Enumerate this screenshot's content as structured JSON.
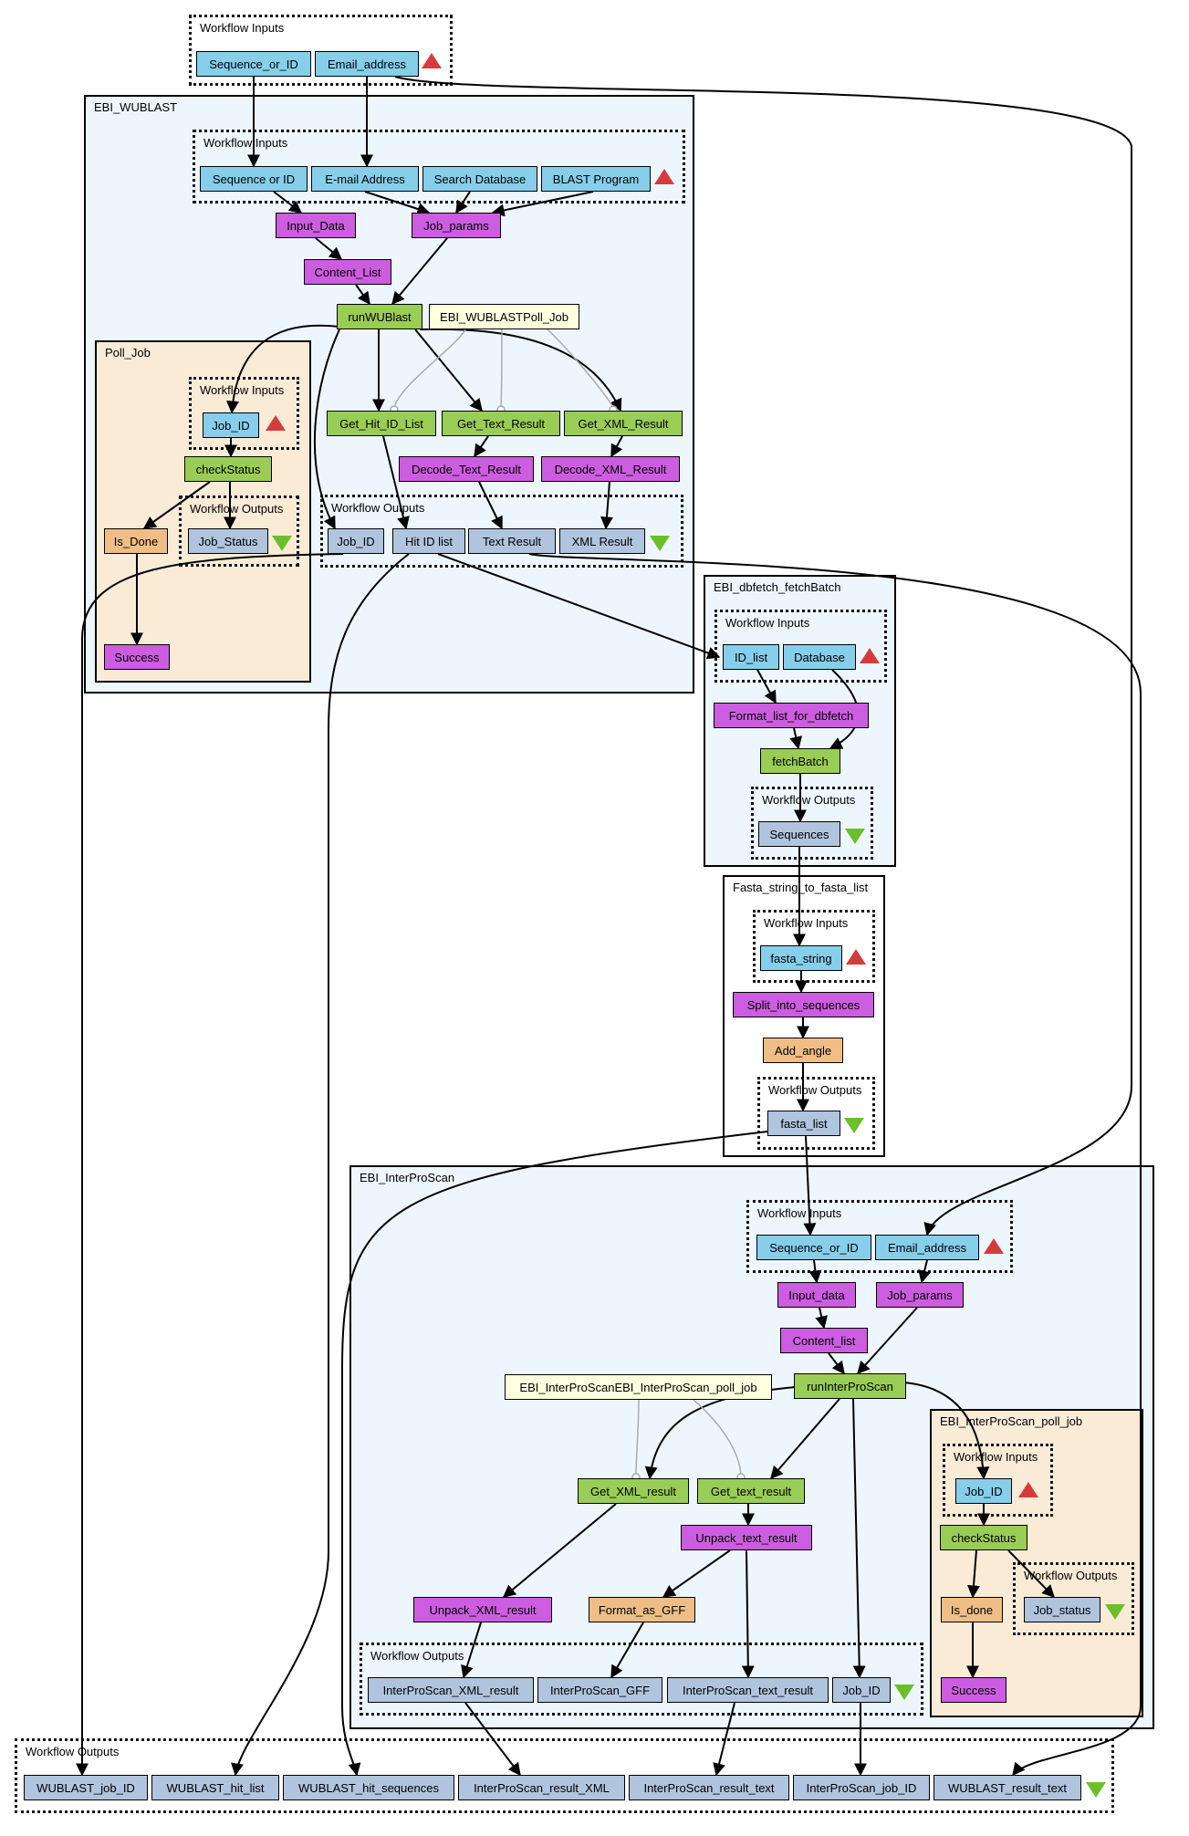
{
  "diagram": {
    "top_inputs": {
      "title": "Workflow Inputs",
      "sequence_or_id": "Sequence_or_ID",
      "email_address": "Email_address"
    },
    "ebi_wublast": {
      "title": "EBI_WUBLAST",
      "inputs": {
        "title": "Workflow Inputs",
        "sequence_or_id": "Sequence or ID",
        "email_address": "E-mail Address",
        "search_database": "Search Database",
        "blast_program": "BLAST Program"
      },
      "input_data": "Input_Data",
      "job_params": "Job_params",
      "content_list": "Content_List",
      "run_wublast": "runWUBlast",
      "poll_job_nested": "EBI_WUBLASTPoll_Job",
      "get_hit_id_list": "Get_Hit_ID_List",
      "get_text_result": "Get_Text_Result",
      "get_xml_result": "Get_XML_Result",
      "decode_text_result": "Decode_Text_Result",
      "decode_xml_result": "Decode_XML_Result",
      "outputs": {
        "title": "Workflow Outputs",
        "job_id": "Job_ID",
        "hit_id_list": "Hit ID list",
        "text_result": "Text Result",
        "xml_result": "XML Result"
      },
      "poll_job": {
        "title": "Poll_Job",
        "inputs": {
          "title": "Workflow Inputs",
          "job_id": "Job_ID"
        },
        "check_status": "checkStatus",
        "is_done": "Is_Done",
        "success": "Success",
        "outputs": {
          "title": "Workflow Outputs",
          "job_status": "Job_Status"
        }
      }
    },
    "ebi_dbfetch": {
      "title": "EBI_dbfetch_fetchBatch",
      "inputs": {
        "title": "Workflow Inputs",
        "id_list": "ID_list",
        "database": "Database"
      },
      "format_list": "Format_list_for_dbfetch",
      "fetch_batch": "fetchBatch",
      "outputs": {
        "title": "Workflow Outputs",
        "sequences": "Sequences"
      }
    },
    "fasta": {
      "title": "Fasta_string_to_fasta_list",
      "inputs": {
        "title": "Workflow Inputs",
        "fasta_string": "fasta_string"
      },
      "split": "Split_into_sequences",
      "add_angle": "Add_angle",
      "outputs": {
        "title": "Workflow Outputs",
        "fasta_list": "fasta_list"
      }
    },
    "ebi_interproscan": {
      "title": "EBI_InterProScan",
      "inputs": {
        "title": "Workflow Inputs",
        "sequence_or_id": "Sequence_or_ID",
        "email_address": "Email_address"
      },
      "input_data": "Input_data",
      "job_params": "Job_params",
      "content_list": "Content_list",
      "run": "runInterProScan",
      "nested": "EBI_InterProScanEBI_InterProScan_poll_job",
      "get_xml_result": "Get_XML_result",
      "get_text_result": "Get_text_result",
      "unpack_text_result": "Unpack_text_result",
      "unpack_xml_result": "Unpack_XML_result",
      "format_as_gff": "Format_as_GFF",
      "outputs": {
        "title": "Workflow Outputs",
        "xml_result": "InterProScan_XML_result",
        "gff": "InterProScan_GFF",
        "text_result": "InterProScan_text_result",
        "job_id": "Job_ID"
      },
      "poll_job": {
        "title": "EBI_InterProScan_poll_job",
        "inputs": {
          "title": "Workflow Inputs",
          "job_id": "Job_ID"
        },
        "check_status": "checkStatus",
        "is_done": "Is_done",
        "success": "Success",
        "outputs": {
          "title": "Workflow Outputs",
          "job_status": "Job_status"
        }
      }
    },
    "bottom_outputs": {
      "title": "Workflow Outputs",
      "wublast_job_id": "WUBLAST_job_ID",
      "wublast_hit_list": "WUBLAST_hit_list",
      "wublast_hit_sequences": "WUBLAST_hit_sequences",
      "interproscan_result_xml": "InterProScan_result_XML",
      "interproscan_result_text": "InterProScan_result_text",
      "interproscan_job_id": "InterProScan_job_ID",
      "wublast_result_text": "WUBLAST_result_text"
    },
    "colors": {
      "workflow_input": "#87ceeb",
      "workflow_output": "#b0c4de",
      "local_processor": "#cd5de0",
      "web_service": "#9acd55",
      "logic_processor": "#efbe86",
      "nested_workflow": "#ffffe0",
      "input_marker": "#d53b3b",
      "output_marker": "#6abf2a"
    }
  }
}
